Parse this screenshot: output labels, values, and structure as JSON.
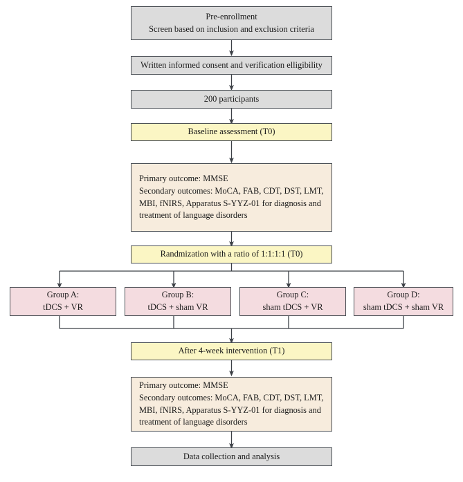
{
  "diagram": {
    "title": "Clinical trial flowchart",
    "type": "flowchart",
    "colors": {
      "grey": "#dcdcdc",
      "yellow": "#fbf6c4",
      "peach": "#f7ecdd",
      "pink": "#f4dce0",
      "border": "#4a4f55",
      "connector": "#3c4046"
    },
    "nodes": {
      "pre_enrollment": {
        "line1": "Pre-enrollment",
        "line2": "Screen based on inclusion and exclusion criteria",
        "fill": "grey"
      },
      "consent": {
        "line1": "Written informed consent and verification elligibility",
        "fill": "grey"
      },
      "participants": {
        "line1": "200 participants",
        "fill": "grey"
      },
      "baseline": {
        "line1": "Baseline assessment (T0)",
        "fill": "yellow"
      },
      "outcomes_t0": {
        "line1": "Primary outcome: MMSE",
        "line2": "Secondary outcomes:  MoCA, FAB, CDT, DST, LMT,",
        "line3": "MBI, fNIRS,  Apparatus S-YYZ-01 for diagnosis and",
        "line4": "treatment of language disorders",
        "fill": "peach"
      },
      "randomization": {
        "line1": "Randmization with a ratio of 1:1:1:1 (T0)",
        "fill": "yellow"
      },
      "group_a": {
        "line1": "Group A:",
        "line2": "tDCS + VR",
        "fill": "pink"
      },
      "group_b": {
        "line1": "Group B:",
        "line2": "tDCS + sham VR",
        "fill": "pink"
      },
      "group_c": {
        "line1": "Group C:",
        "line2": "sham tDCS + VR",
        "fill": "pink"
      },
      "group_d": {
        "line1": "Group D:",
        "line2": "sham tDCS + sham VR",
        "fill": "pink"
      },
      "after_intervention": {
        "line1": "After 4-week intervention (T1)",
        "fill": "yellow"
      },
      "outcomes_t1": {
        "line1": "Primary outcome: MMSE",
        "line2": "Secondary outcomes:  MoCA, FAB, CDT, DST, LMT,",
        "line3": "MBI, fNIRS,  Apparatus S-YYZ-01 for diagnosis and",
        "line4": "treatment of language disorders",
        "fill": "peach"
      },
      "data_collection": {
        "line1": "Data collection and analysis",
        "fill": "grey"
      }
    }
  }
}
